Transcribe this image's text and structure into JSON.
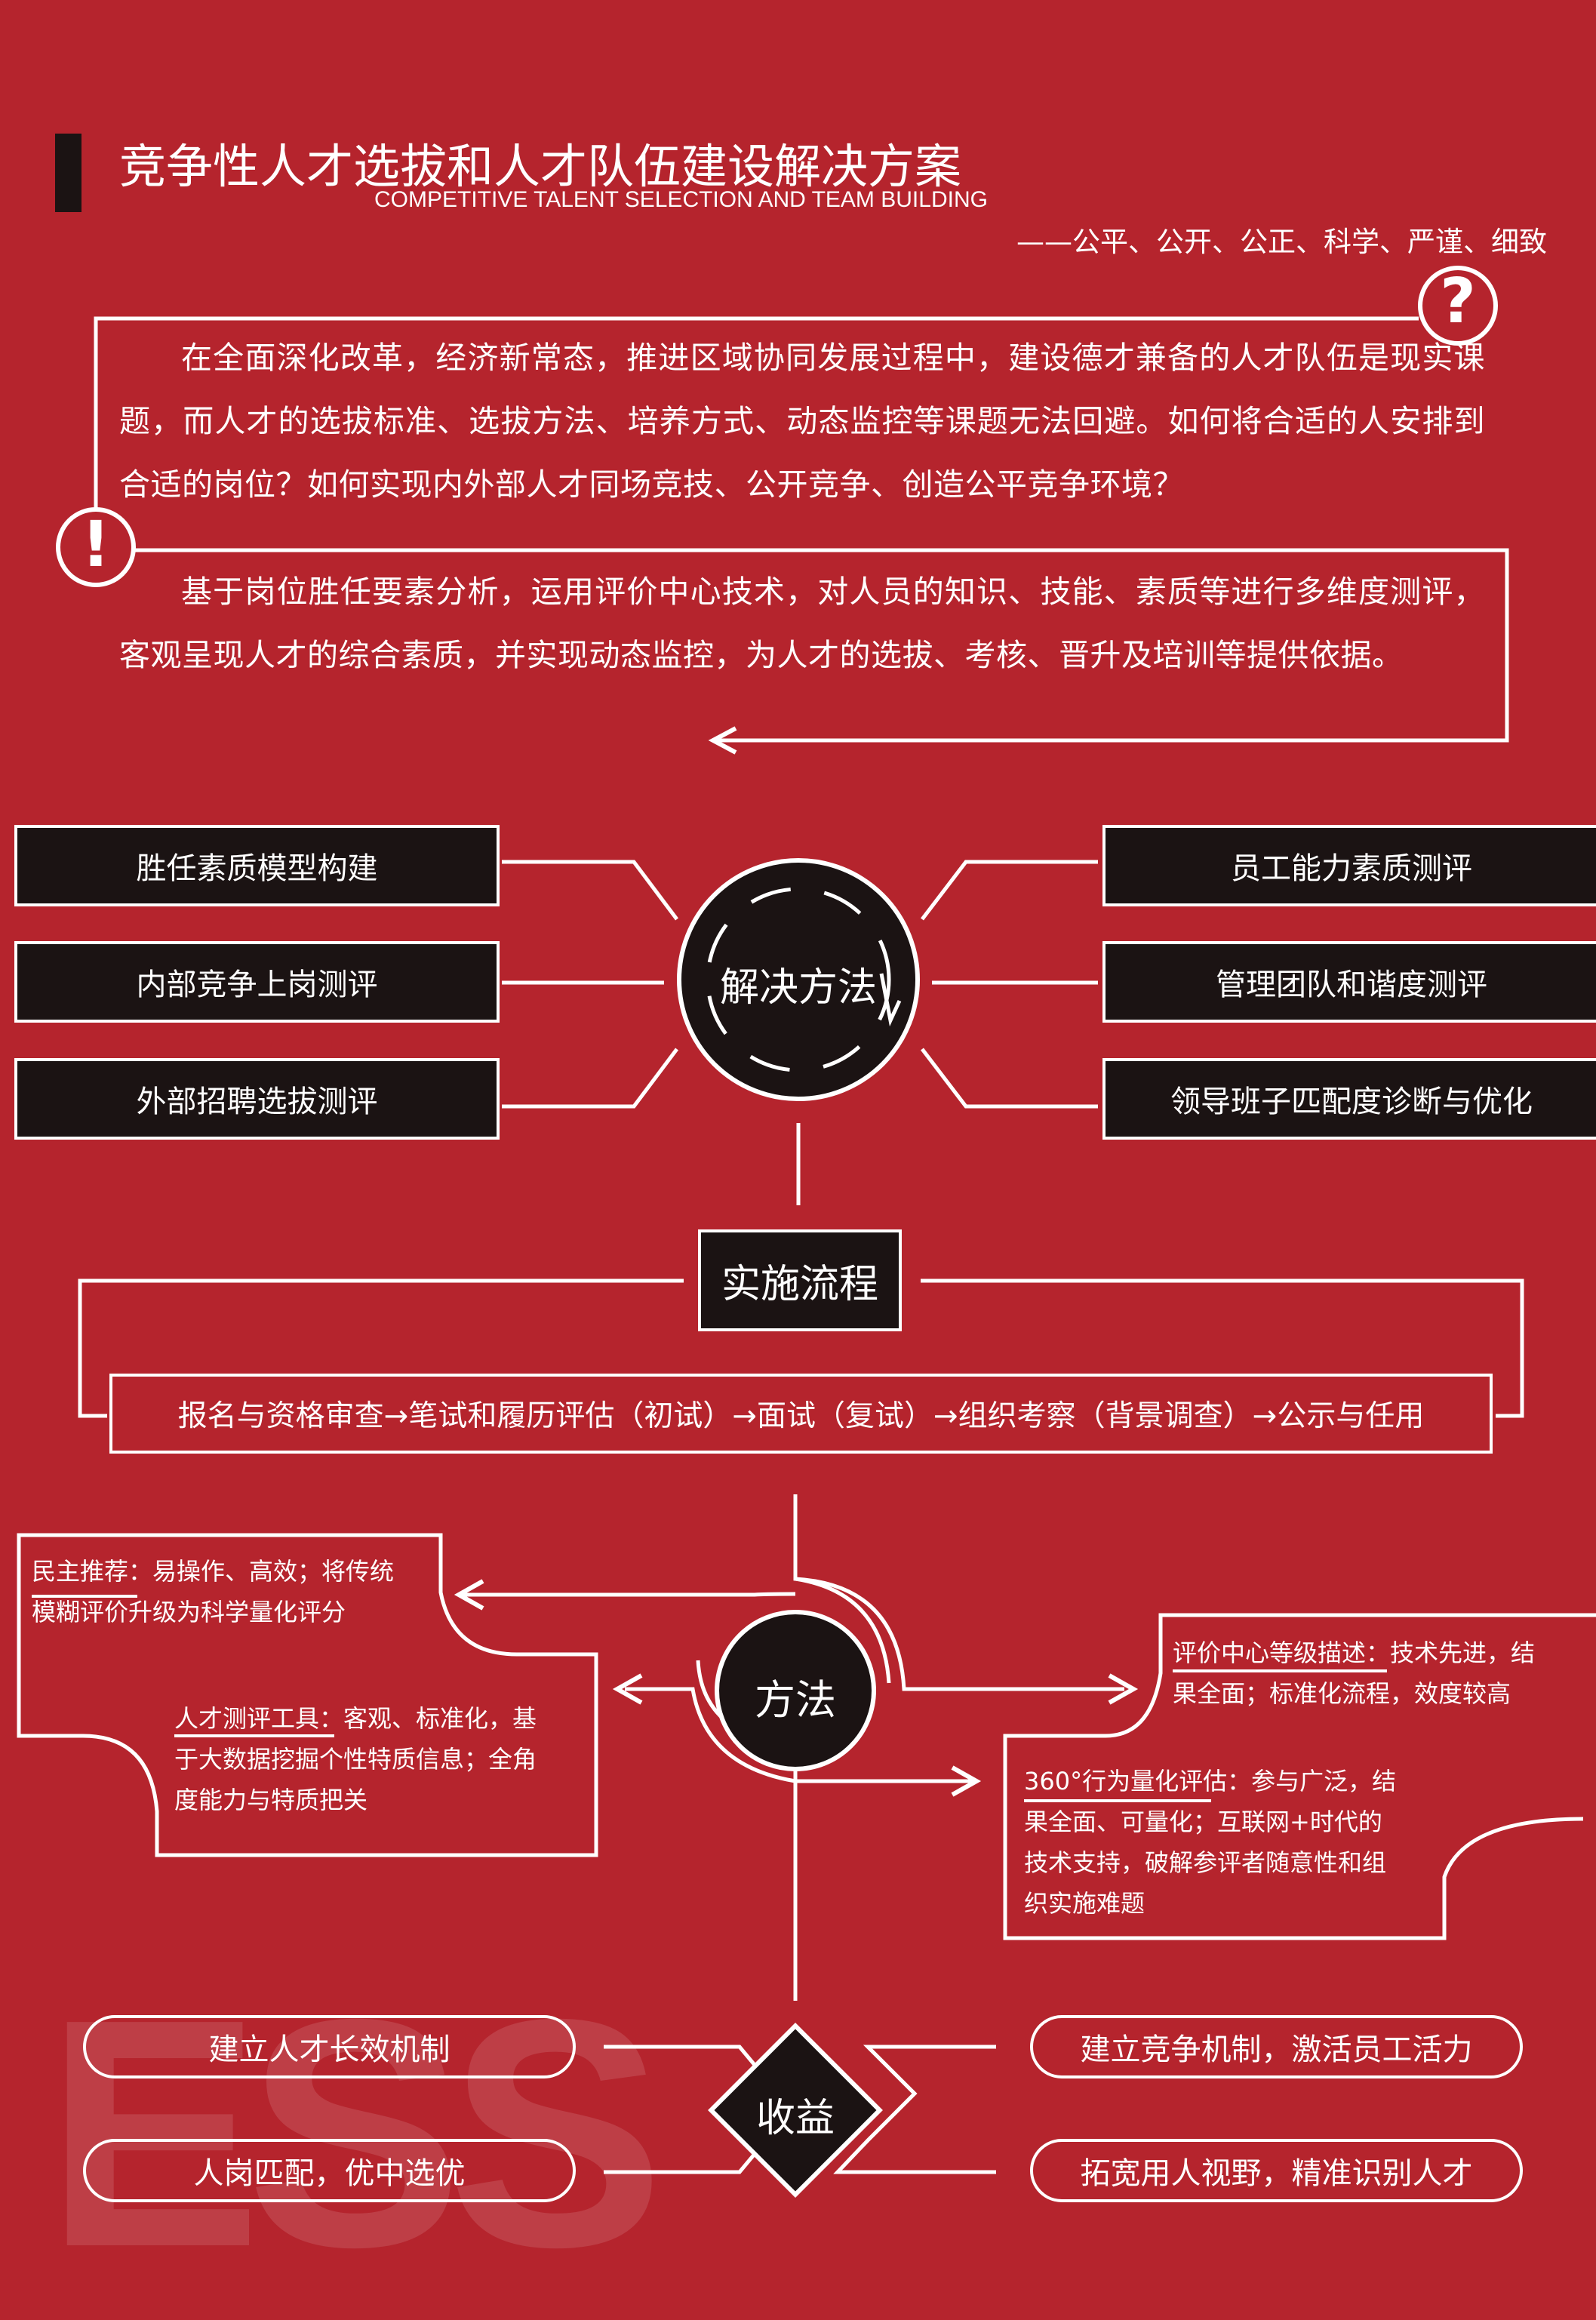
{
  "header": {
    "title": "竞争性人才选拔和人才队伍建设解决方案",
    "subtitle_en": "COMPETITIVE TALENT SELECTION AND TEAM BUILDING",
    "slogan": "——公平、公开、公正、科学、严谨、细致"
  },
  "question": {
    "icon": "question-icon",
    "text": "在全面深化改革，经济新常态，推进区域协同发展过程中，建设德才兼备的人才队伍是现实课题，而人才的选拔标准、选拔方法、培养方式、动态监控等课题无法回避。如何将合适的人安排到合适的岗位？如何实现内外部人才同场竞技、公开竞争、创造公平竞争环境？"
  },
  "answer": {
    "icon": "exclamation-icon",
    "text": "基于岗位胜任要素分析，运用评价中心技术，对人员的知识、技能、素质等进行多维度测评，客观呈现人才的综合素质，并实现动态监控，为人才的选拔、考核、晋升及培训等提供依据。"
  },
  "solutions": {
    "center": "解决方法",
    "left": [
      "胜任素质模型构建",
      "内部竞争上岗测评",
      "外部招聘选拔测评"
    ],
    "right": [
      "员工能力素质测评",
      "管理团队和谐度测评",
      "领导班子匹配度诊断与优化"
    ]
  },
  "process": {
    "title": "实施流程",
    "steps": "报名与资格审查→笔试和履历评估（初试）→面试（复试）→组织考察（背景调查）→公示与任用"
  },
  "methods": {
    "center": "方法",
    "items": [
      {
        "name": "民主推荐",
        "desc1": "：易操作、高效；将传统",
        "desc2": "模糊评价升级为科学量化评分"
      },
      {
        "name": "人才测评工具",
        "desc1": "：客观、标准化，基",
        "desc2": "于大数据挖掘个性特质信息；全角",
        "desc3": "度能力与特质把关"
      },
      {
        "name": "评价中心等级描述",
        "desc1": "：技术先进，结",
        "desc2": "果全面；标准化流程，效度较高"
      },
      {
        "name": "360°行为量化评估",
        "desc1": "：参与广泛，结",
        "desc2": "果全面、可量化；互联网+时代的",
        "desc3": "技术支持，破解参评者随意性和组",
        "desc4": "织实施难题"
      }
    ]
  },
  "benefits": {
    "center": "收益",
    "left": [
      "建立人才长效机制",
      "人岗匹配，优中选优"
    ],
    "right": [
      "建立竞争机制，激活员工活力",
      "拓宽用人视野，精准识别人才"
    ]
  },
  "watermark": "ESS",
  "colors": {
    "background": "#b5242d",
    "dark": "#1b1313",
    "line": "#ffffff"
  }
}
